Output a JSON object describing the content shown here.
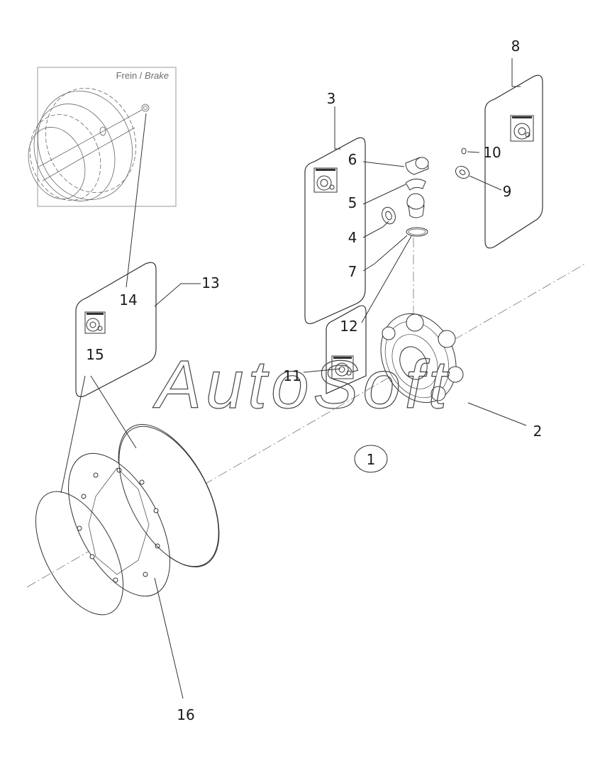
{
  "inset": {
    "title_plain": "Frein / ",
    "title_italic": "Brake"
  },
  "watermark": "AutoSoft",
  "callouts": {
    "c1": "1",
    "c2": "2",
    "c3": "3",
    "c4": "4",
    "c5": "5",
    "c6": "6",
    "c7": "7",
    "c8": "8",
    "c9": "9",
    "c10": "10",
    "c11": "11",
    "c12": "12",
    "c13": "13",
    "c14": "14",
    "c15": "15",
    "c16": "16"
  },
  "colors": {
    "line": "#333333",
    "inset_border": "#999999",
    "inset_title": "#6d6d6d"
  }
}
